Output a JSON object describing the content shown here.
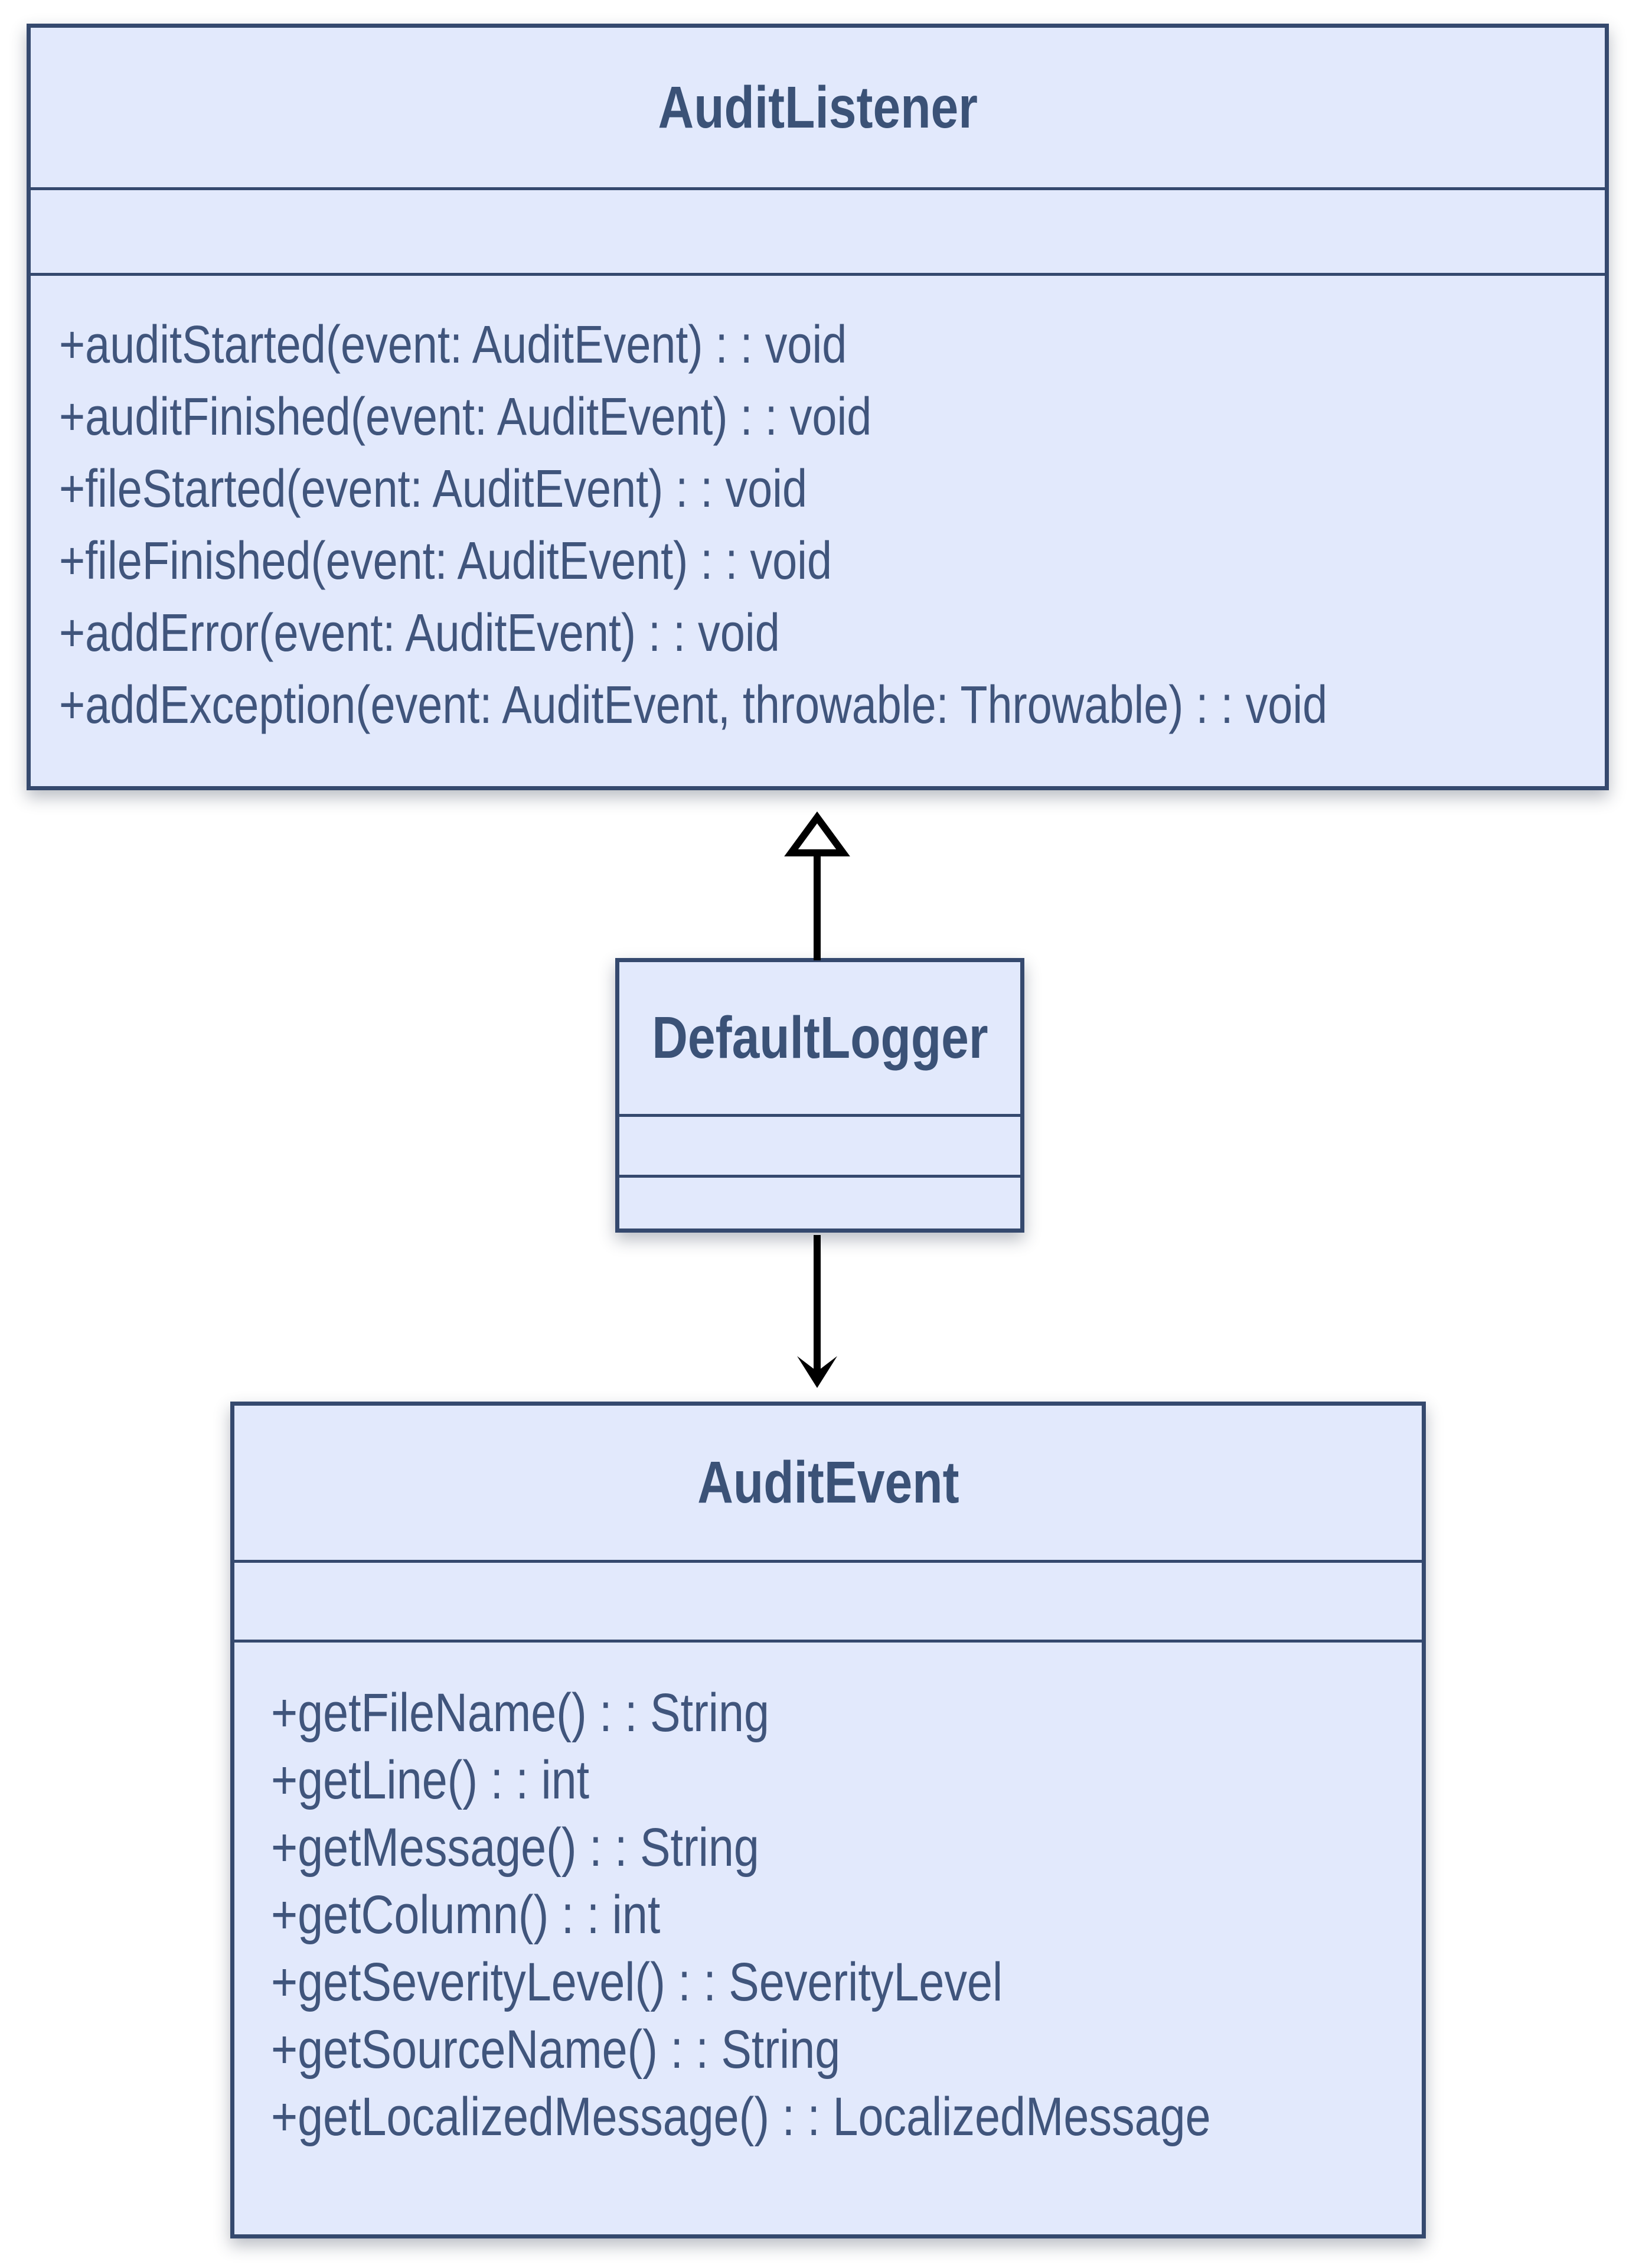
{
  "diagram": {
    "classes": [
      {
        "name": "AuditListener",
        "attributes": [],
        "methods": [
          "+auditStarted(event: AuditEvent) : : void",
          "+auditFinished(event: AuditEvent) : : void",
          "+fileStarted(event: AuditEvent) : : void",
          "+fileFinished(event: AuditEvent) : : void",
          "+addError(event: AuditEvent) : : void",
          "+addException(event: AuditEvent, throwable: Throwable) : : void"
        ]
      },
      {
        "name": "DefaultLogger",
        "attributes": [],
        "methods": []
      },
      {
        "name": "AuditEvent",
        "attributes": [],
        "methods": [
          "+getFileName() : : String",
          "+getLine() : : int",
          "+getMessage() : : String",
          "+getColumn() : : int",
          "+getSeverityLevel() : : SeverityLevel",
          "+getSourceName() : : String",
          "+getLocalizedMessage() : : LocalizedMessage"
        ]
      }
    ],
    "relationships": [
      {
        "from": "DefaultLogger",
        "to": "AuditListener",
        "type": "realization",
        "arrowhead": "hollow-triangle"
      },
      {
        "from": "DefaultLogger",
        "to": "AuditEvent",
        "type": "directed-association",
        "arrowhead": "stealth"
      }
    ],
    "colors": {
      "box_fill": "#e2e9fc",
      "box_border": "#35496e",
      "title_text": "#3b5277",
      "method_text": "#40557c",
      "arrow": "#000000",
      "background": "#ffffff"
    }
  }
}
